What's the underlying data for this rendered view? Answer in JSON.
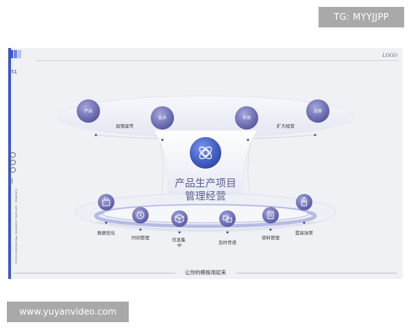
{
  "watermark_top": "TG: MYYJJPP",
  "watermark_bottom": "www.yuyanvideo.com",
  "slide": {
    "page_number": "51",
    "logo": "LOGO",
    "vertical_text": "THREE-DIMENSIONAL BUSINESS TEMPLATE · POWERPOINT",
    "center_title_line1": "产品生产项目",
    "center_title_line2": "管理经营",
    "footer": "让你的模板用起来",
    "top_nodes": [
      {
        "label": "产品",
        "icon": "circle-node-icon"
      },
      {
        "label": "技术",
        "icon": "circle-node-icon"
      },
      {
        "label": "市场",
        "icon": "circle-node-icon"
      },
      {
        "label": "运营",
        "icon": "circle-node-icon"
      }
    ],
    "top_labels": {
      "left": "加强宣传",
      "right": "扩大经营"
    },
    "bottom_items": [
      {
        "label": "数据优化",
        "icon": "building-icon"
      },
      {
        "label": "时间管理",
        "icon": "clock-icon"
      },
      {
        "label": "信息集\n中",
        "icon": "cube-icon"
      },
      {
        "label": "及时传递",
        "icon": "transfer-icon"
      },
      {
        "label": "资料管理",
        "icon": "document-icon"
      },
      {
        "label": "提高效率",
        "icon": "rocket-icon"
      }
    ],
    "colors": {
      "accent_blue": "#3a56c8",
      "node_purple": "#6f6fb2",
      "background": "#f0f1f5"
    }
  }
}
